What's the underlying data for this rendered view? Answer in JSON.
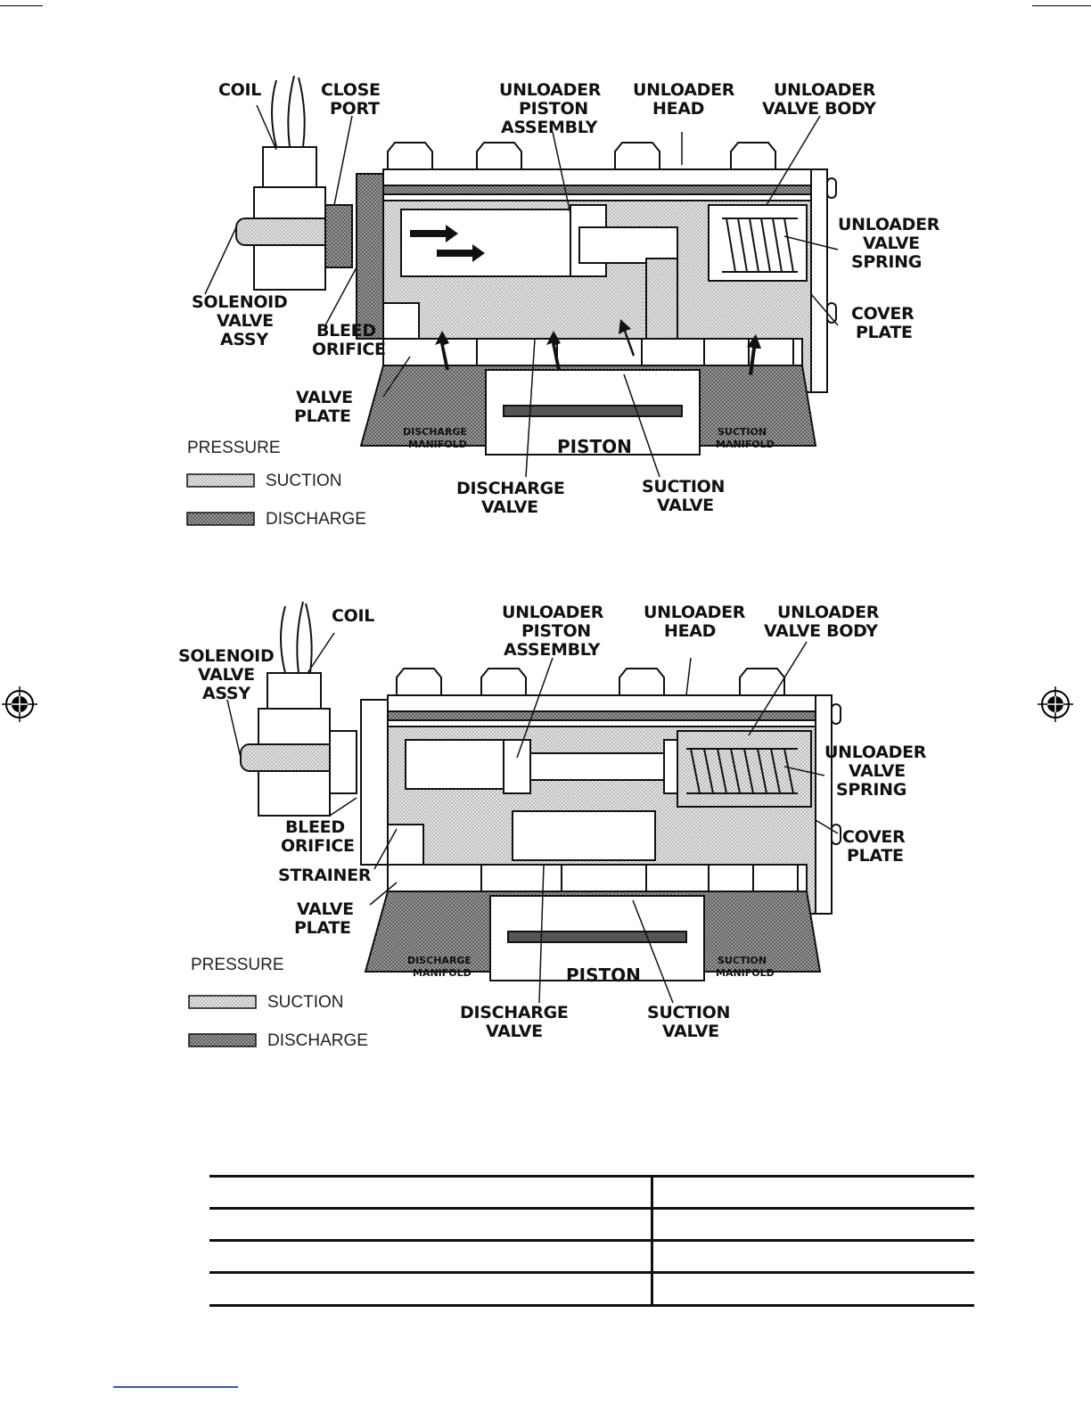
{
  "figure_top": {
    "labels": {
      "coil": "COIL",
      "close_port_1": "CLOSE",
      "close_port_2": "PORT",
      "unloader_piston_1": "UNLOADER",
      "unloader_piston_2": "PISTON",
      "unloader_piston_3": "ASSEMBLY",
      "unloader_head_1": "UNLOADER",
      "unloader_head_2": "HEAD",
      "valve_body_1": "UNLOADER",
      "valve_body_2": "VALVE BODY",
      "spring_1": "UNLOADER",
      "spring_2": "VALVE",
      "spring_3": "SPRING",
      "cover_1": "COVER",
      "cover_2": "PLATE",
      "solenoid_1": "SOLENOID",
      "solenoid_2": "VALVE",
      "solenoid_3": "ASSY",
      "bleed_1": "BLEED",
      "bleed_2": "ORIFICE",
      "valve_plate_1": "VALVE",
      "valve_plate_2": "PLATE",
      "discharge_manifold_1": "DISCHARGE",
      "discharge_manifold_2": "MANIFOLD",
      "piston": "PISTON",
      "suction_manifold_1": "SUCTION",
      "suction_manifold_2": "MANIFOLD",
      "discharge_valve_1": "DISCHARGE",
      "discharge_valve_2": "VALVE",
      "suction_valve_1": "SUCTION",
      "suction_valve_2": "VALVE"
    },
    "legend": {
      "title": "PRESSURE",
      "suction": "SUCTION",
      "discharge": "DISCHARGE"
    }
  },
  "figure_bottom": {
    "labels": {
      "coil": "COIL",
      "solenoid_1": "SOLENOID",
      "solenoid_2": "VALVE",
      "solenoid_3": "ASSY",
      "unloader_piston_1": "UNLOADER",
      "unloader_piston_2": "PISTON",
      "unloader_piston_3": "ASSEMBLY",
      "unloader_head_1": "UNLOADER",
      "unloader_head_2": "HEAD",
      "valve_body_1": "UNLOADER",
      "valve_body_2": "VALVE BODY",
      "spring_1": "UNLOADER",
      "spring_2": "VALVE",
      "spring_3": "SPRING",
      "cover_1": "COVER",
      "cover_2": "PLATE",
      "bleed_1": "BLEED",
      "bleed_2": "ORIFICE",
      "strainer": "STRAINER",
      "valve_plate_1": "VALVE",
      "valve_plate_2": "PLATE",
      "discharge_manifold_1": "DISCHARGE",
      "discharge_manifold_2": "MANIFOLD",
      "piston": "PISTON",
      "suction_manifold_1": "SUCTION",
      "suction_manifold_2": "MANIFOLD",
      "discharge_valve_1": "DISCHARGE",
      "discharge_valve_2": "VALVE",
      "suction_valve_1": "SUCTION",
      "suction_valve_2": "VALVE"
    },
    "legend": {
      "title": "PRESSURE",
      "suction": "SUCTION",
      "discharge": "DISCHARGE"
    }
  },
  "colors": {
    "ink": "#111111",
    "suction_fill": "#d4d4d4",
    "discharge_fill": "#8a8a8a",
    "link": "#3355bb"
  }
}
